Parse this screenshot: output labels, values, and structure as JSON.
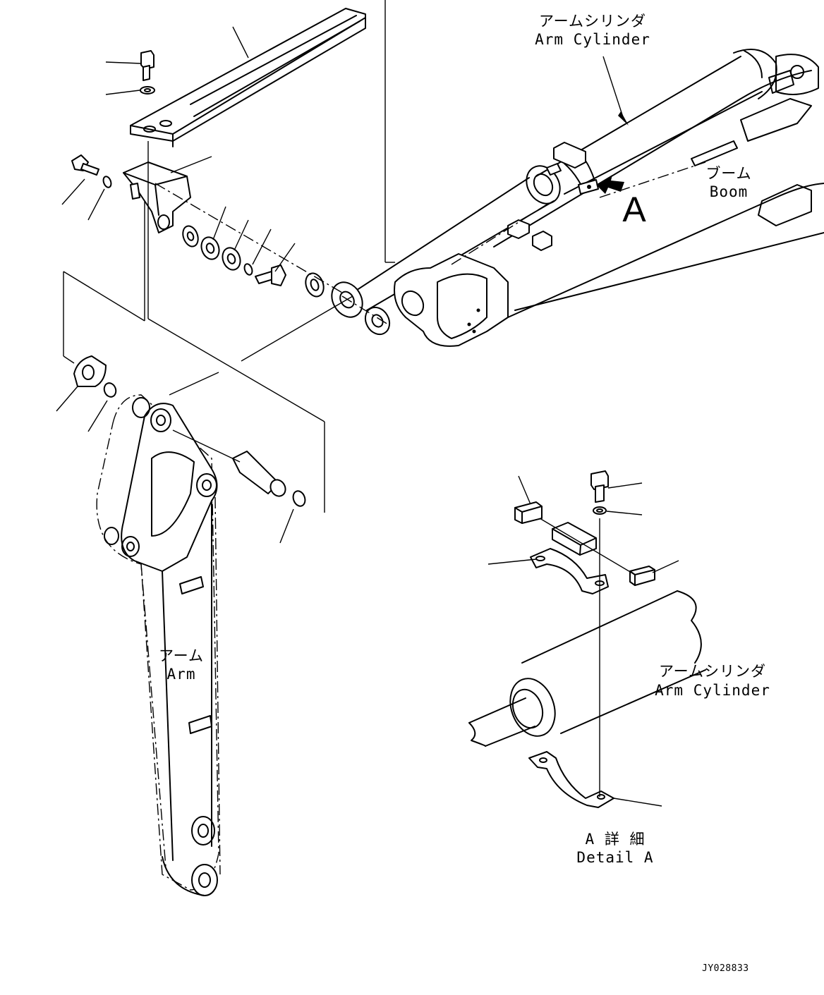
{
  "labels": {
    "arm_cylinder_top_jp": "アームシリンダ",
    "arm_cylinder_top_en": "Arm Cylinder",
    "boom_jp": "ブーム",
    "boom_en": "Boom",
    "view_marker": "A",
    "arm_jp": "アーム",
    "arm_en": "Arm",
    "arm_cylinder_detail_jp": "アームシリンダ",
    "arm_cylinder_detail_en": "Arm Cylinder",
    "detail_jp": "A 詳 細",
    "detail_en": "Detail A",
    "drawing_code": "JY028833"
  }
}
